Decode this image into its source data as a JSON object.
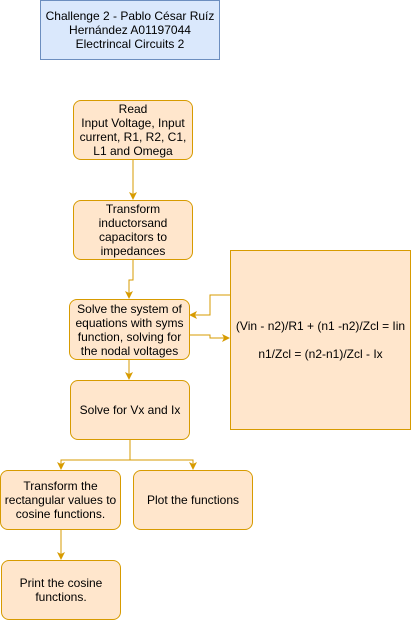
{
  "title": {
    "text": "Challenge 2 - Pablo César Ruíz\nHernández A01197044\nElectrincal Circuits 2"
  },
  "steps": {
    "read": "Read\nInput Voltage, Input current, R1, R2, C1, L1 and Omega",
    "transform": "Transform inductorsand capacitors to impedances",
    "solve_system": "Solve the system of equations with syms function, solving for the nodal voltages",
    "solve_vx_ix": "Solve for Vx and Ix",
    "cosine": "Transform the rectangular values to cosine functions.",
    "plot": "Plot the functions",
    "print": "Print the cosine functions."
  },
  "equations": {
    "eq1": "(Vin - n2)/R1 + (n1 -n2)/Zcl = Iin",
    "eq2": "n1/Zcl = (n2-n1)/Zcl - Ix"
  },
  "colors": {
    "title_fill": "#dae8fc",
    "title_stroke": "#6c8ebf",
    "step_fill": "#ffe6cc",
    "step_stroke": "#d79b00"
  }
}
